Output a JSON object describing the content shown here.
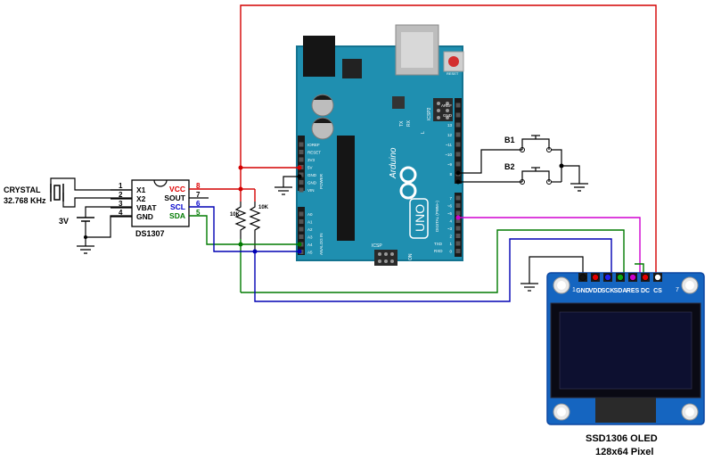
{
  "crystal": {
    "label": "CRYSTAL",
    "freq": "32.768 KHz"
  },
  "battery": {
    "label": "3V"
  },
  "rtc": {
    "name": "DS1307",
    "pins_left": [
      {
        "num": "1",
        "name": "X1"
      },
      {
        "num": "2",
        "name": "X2"
      },
      {
        "num": "3",
        "name": "VBAT"
      },
      {
        "num": "4",
        "name": "GND"
      }
    ],
    "pins_right": [
      {
        "num": "8",
        "name": "VCC",
        "color": "#e00000"
      },
      {
        "num": "7",
        "name": "SOUT",
        "color": "#000000"
      },
      {
        "num": "6",
        "name": "SCL",
        "color": "#0000cc"
      },
      {
        "num": "5",
        "name": "SDA",
        "color": "#007a00"
      }
    ]
  },
  "resistors": [
    {
      "value": "10K"
    },
    {
      "value": "10K"
    }
  ],
  "arduino": {
    "brand": "Arduino",
    "model": "UNO",
    "labels": {
      "reset": "RESET",
      "icsp2": "ICSP2",
      "icsp": "ICSP",
      "tx": "TX",
      "rx": "RX",
      "on": "ON",
      "l": "L",
      "aref": "AREF",
      "digital": "DIGITAL (PWM~)",
      "power": "POWER",
      "analog": "ANALOG IN",
      "txd": "TXD",
      "rxd": "RXD"
    },
    "power_pins": [
      "IOREF",
      "RESET",
      "3V3",
      "5V",
      "GND",
      "GND",
      "VIN"
    ],
    "analog_pins": [
      "A0",
      "A1",
      "A2",
      "A3",
      "A4",
      "A5"
    ],
    "digital_top": [
      "AREF",
      "GND",
      "13",
      "12",
      "~11",
      "~10",
      "~9",
      "8"
    ],
    "digital_bottom": [
      "7",
      "~6",
      "~5",
      "4",
      "~3",
      "2",
      "1",
      "0"
    ]
  },
  "buttons": [
    {
      "label": "B1"
    },
    {
      "label": "B2"
    }
  ],
  "oled": {
    "title": "SSD1306 OLED",
    "subtitle": "128x64 Pixel",
    "pins": [
      {
        "label": "GND",
        "color": "#111111"
      },
      {
        "label": "VDD",
        "color": "#e00000"
      },
      {
        "label": "SCK",
        "color": "#2222ee"
      },
      {
        "label": "SDA",
        "color": "#11aa11"
      },
      {
        "label": "RES",
        "color": "#cc00cc"
      },
      {
        "label": "DC",
        "color": "#e00000"
      },
      {
        "label": "CS",
        "color": "#ffffff"
      }
    ],
    "pin_first": "1",
    "pin_last": "7"
  },
  "colors": {
    "vcc_wire": "#d40000",
    "scl_wire": "#0000b4",
    "sda_wire": "#007a00",
    "res_wire": "#d000d0",
    "dc_wire": "#007a00",
    "board": "#1f8fb0",
    "oled_board": "#1565c0"
  }
}
